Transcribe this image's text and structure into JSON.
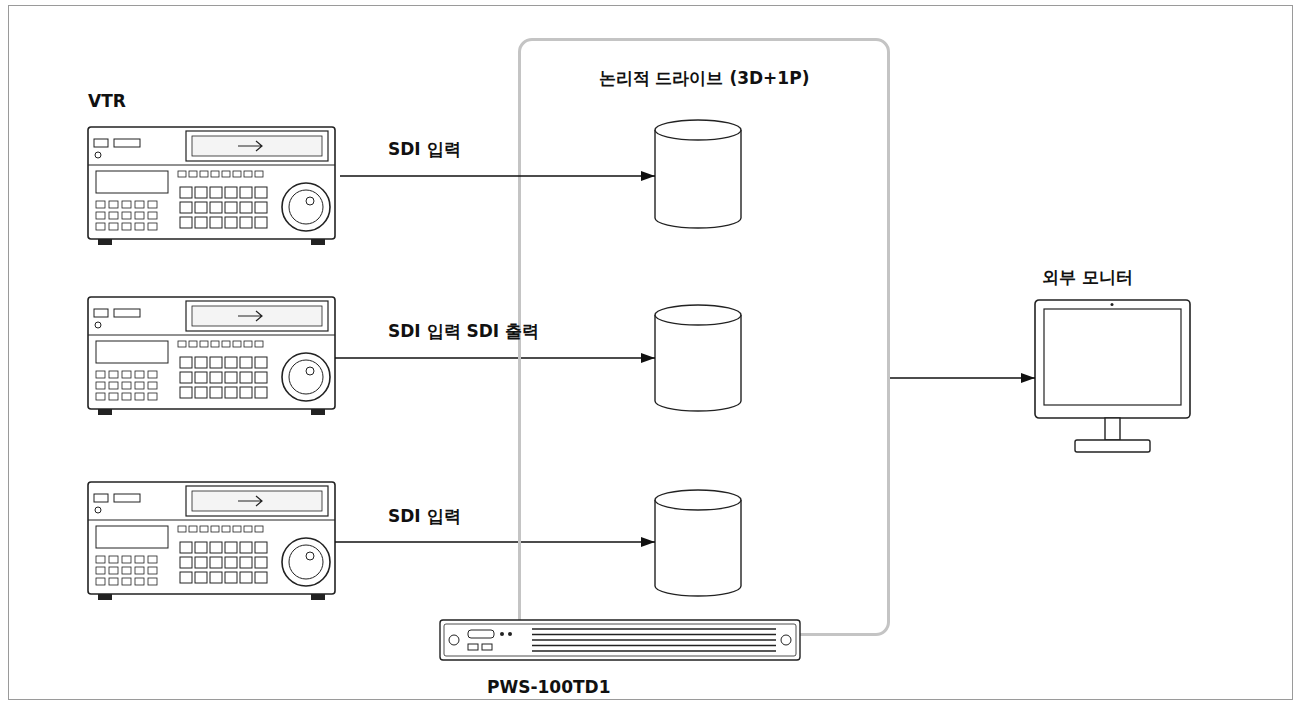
{
  "diagram": {
    "nodes": [
      {
        "text": [
          "논리적 드라이브 (3D+1P)"
        ]
      },
      {
        "text": [
          "VTR"
        ]
      },
      {
        "text": [
          "외부 모니터"
        ]
      },
      {
        "text": [
          "PWS-100TD1"
        ]
      }
    ],
    "edges": [
      {
        "from": 1,
        "to": 0,
        "label": "SDI 입력",
        "arrow": "to"
      },
      {
        "from": 0,
        "to": 2,
        "arrow": "to"
      }
    ],
    "labels": [
      "SDI 입력 SDI 출력",
      "SDI 입력"
    ]
  }
}
